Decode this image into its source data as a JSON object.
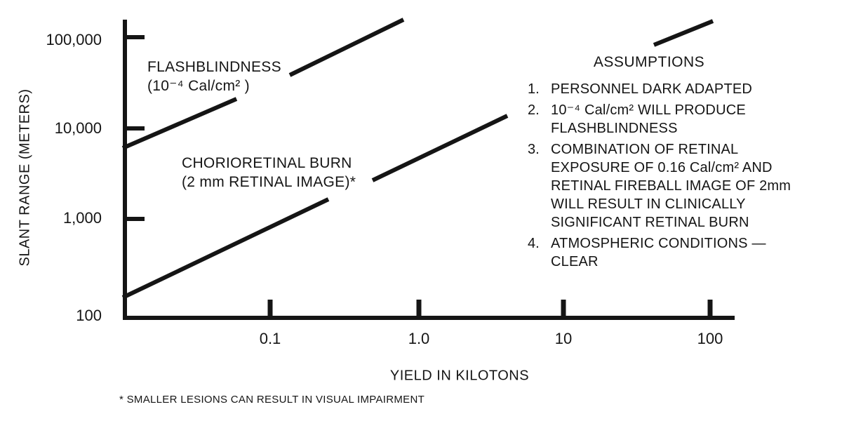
{
  "figure_title": "",
  "footnote": "* SMALLER LESIONS CAN RESULT IN VISUAL IMPAIRMENT",
  "labels": {
    "flashblindness": {
      "line1": "FLASHBLINDNESS",
      "line2": "(10⁻⁴  Cal/cm² )"
    },
    "chorioretinal": {
      "line1": "CHORIORETINAL BURN",
      "line2": "(2 mm RETINAL IMAGE)*"
    }
  },
  "assumptions": {
    "title": "ASSUMPTIONS",
    "items": [
      {
        "num": "1.",
        "lines": [
          "PERSONNEL DARK ADAPTED"
        ]
      },
      {
        "num": "2.",
        "lines": [
          "10⁻⁴ Cal/cm²  WILL PRODUCE",
          "FLASHBLINDNESS"
        ]
      },
      {
        "num": "3.",
        "lines": [
          "COMBINATION OF RETINAL",
          "EXPOSURE OF 0.16 Cal/cm² AND",
          "RETINAL FIREBALL IMAGE OF 2mm",
          "WILL RESULT IN CLINICALLY",
          "SIGNIFICANT RETINAL BURN"
        ]
      },
      {
        "num": "4.",
        "lines": [
          "ATMOSPHERIC CONDITIONS —",
          "CLEAR"
        ]
      }
    ]
  },
  "chart_data": {
    "type": "line",
    "title": "",
    "xlabel": "YIELD IN KILOTONS",
    "ylabel": "SLANT RANGE (METERS)",
    "x_scale": "log",
    "y_scale": "log",
    "xlim": [
      0.01,
      150
    ],
    "ylim": [
      100,
      200000
    ],
    "grid": false,
    "xtick_labels": [
      "0.1",
      "1.0",
      "10",
      "100"
    ],
    "xtick_values": [
      0.1,
      1.0,
      10,
      100
    ],
    "ytick_labels": [
      "100,000",
      "10,000",
      "1,000",
      "100"
    ],
    "ytick_values": [
      100000,
      10000,
      1000,
      100
    ],
    "series": [
      {
        "name": "FLASHBLINDNESS (10⁻⁴ Cal/cm²)",
        "points_x_kilotons": [
          0.01,
          0.8
        ],
        "points_y_meters": [
          6000,
          150000
        ]
      },
      {
        "name": "CHORIORETINAL BURN (2 mm RETINAL IMAGE)*",
        "points_x_kilotons": [
          0.01,
          4.0
        ],
        "points_y_meters": [
          160,
          14000
        ]
      }
    ],
    "colors": {
      "line": "#151515",
      "background": "#ffffff"
    }
  }
}
